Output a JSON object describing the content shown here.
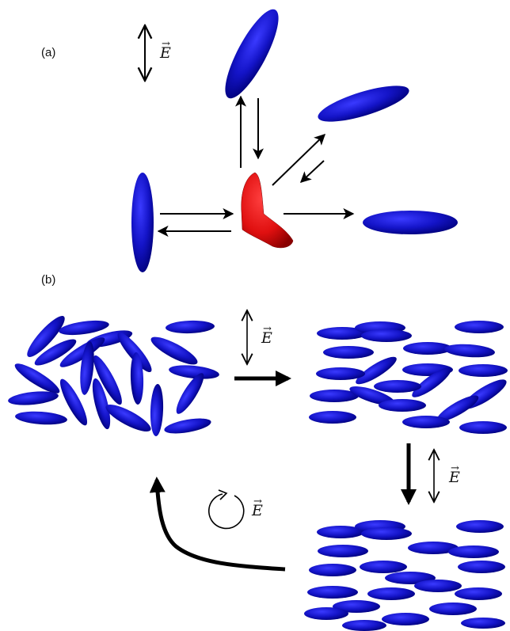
{
  "panels": [
    {
      "id": "a",
      "label": "(a)"
    },
    {
      "id": "b",
      "label": "(b)"
    }
  ],
  "field_label": "E",
  "field_vector_mark": "→",
  "colors": {
    "ellipsoid": "#1414c8",
    "ellipsoid_dark": "#00007a",
    "bent_molecule": "#e01010",
    "bent_molecule_dark": "#8a0000",
    "arrow": "#000000"
  },
  "icons": {
    "field_vertical": "double-headed-vertical-arrow",
    "field_rotating": "circular-arrow"
  }
}
